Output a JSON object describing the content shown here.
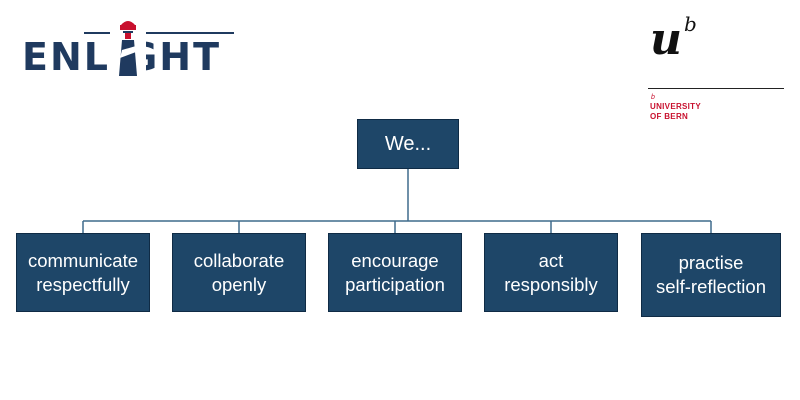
{
  "logos": {
    "enlight": {
      "text": "ENLIGHT"
    },
    "bern": {
      "u": "u",
      "superscript": "b",
      "small_b": "b",
      "line1": "UNIVERSITY",
      "line2": "OF BERN"
    }
  },
  "diagram": {
    "root": {
      "label": "We..."
    },
    "children": [
      {
        "line1": "communicate",
        "line2": "respectfully"
      },
      {
        "line1": "collaborate",
        "line2": "openly"
      },
      {
        "line1": "encourage",
        "line2": "participation"
      },
      {
        "line1": "act",
        "line2": "responsibly"
      },
      {
        "line1": "practise",
        "line2": "self-reflection"
      }
    ]
  },
  "colors": {
    "node_fill": "#1e4668",
    "node_text": "#ffffff",
    "connector": "#3f6b8c",
    "enlight_navy": "#1f3a5f",
    "enlight_red": "#c8102e",
    "bern_red": "#c8102e"
  }
}
